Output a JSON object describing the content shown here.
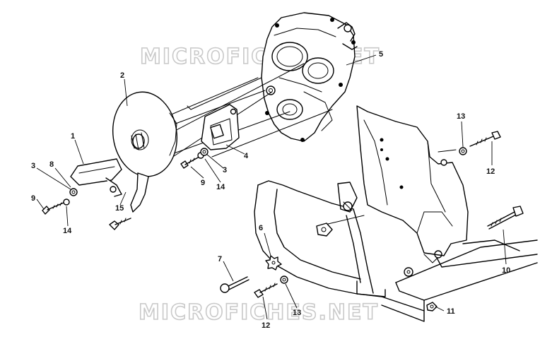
{
  "watermark": "MICROFICHES.NET",
  "callouts": [
    {
      "id": "1",
      "label": "1"
    },
    {
      "id": "2",
      "label": "2"
    },
    {
      "id": "3a",
      "label": "3"
    },
    {
      "id": "3b",
      "label": "3"
    },
    {
      "id": "4",
      "label": "4"
    },
    {
      "id": "5",
      "label": "5"
    },
    {
      "id": "6",
      "label": "6"
    },
    {
      "id": "7",
      "label": "7"
    },
    {
      "id": "8",
      "label": "8"
    },
    {
      "id": "9a",
      "label": "9"
    },
    {
      "id": "9b",
      "label": "9"
    },
    {
      "id": "10",
      "label": "10"
    },
    {
      "id": "11",
      "label": "11"
    },
    {
      "id": "12a",
      "label": "12"
    },
    {
      "id": "12b",
      "label": "12"
    },
    {
      "id": "13a",
      "label": "13"
    },
    {
      "id": "13b",
      "label": "13"
    },
    {
      "id": "14a",
      "label": "14"
    },
    {
      "id": "14b",
      "label": "14"
    },
    {
      "id": "15",
      "label": "15"
    }
  ]
}
